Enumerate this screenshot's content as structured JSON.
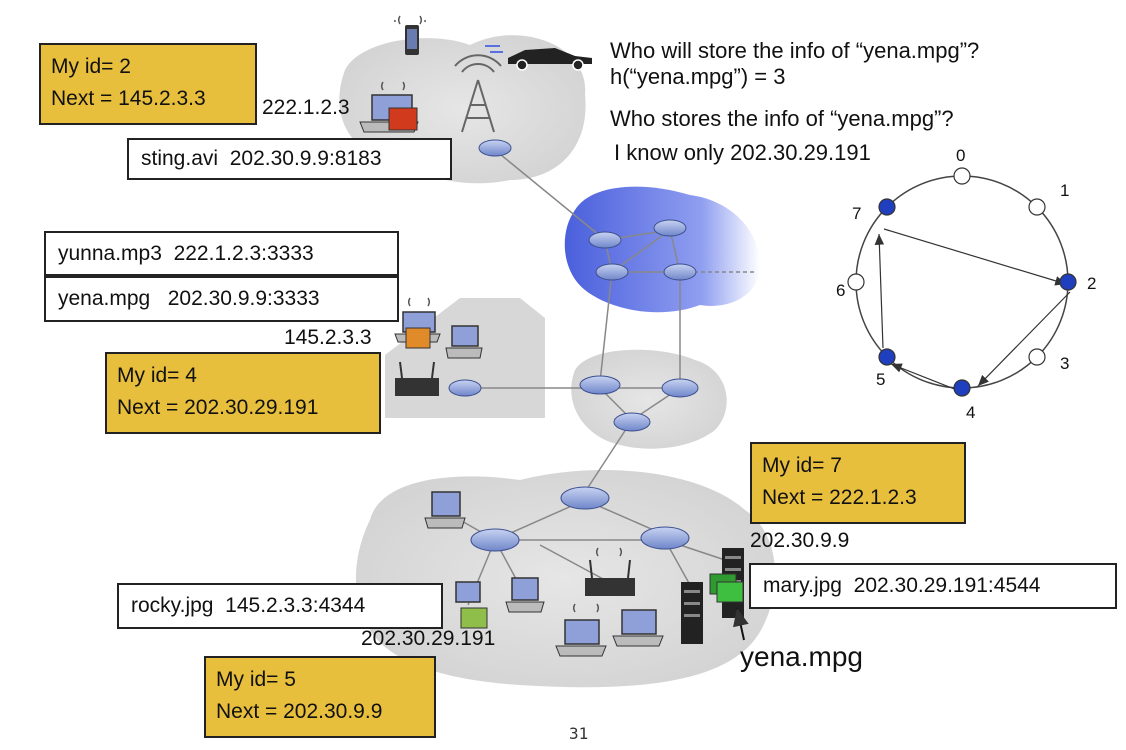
{
  "question": {
    "line1": "Who will store the info of “yena.mpg”?",
    "line2": "h(“yena.mpg”) = 3",
    "line3": "Who stores the info of “yena.mpg”?",
    "line4": "I know only 202.30.29.191"
  },
  "nodes": {
    "node2": {
      "id_label": "My id= 2",
      "next_label": "Next = 145.2.3.3",
      "ip": "222.1.2.3"
    },
    "node4": {
      "id_label": "My id= 4",
      "next_label": "Next = 202.30.29.191",
      "ip": "145.2.3.3"
    },
    "node7": {
      "id_label": "My id= 7",
      "next_label": "Next = 222.1.2.3",
      "ip": "202.30.9.9"
    },
    "node5": {
      "id_label": "My id= 5",
      "next_label": "Next = 202.30.9.9",
      "ip": "202.30.29.191"
    }
  },
  "tables": {
    "sting": {
      "file": "sting.avi",
      "addr": "202.30.9.9:8183"
    },
    "yunna": {
      "file": "yunna.mp3",
      "addr": "222.1.2.3:3333"
    },
    "yena": {
      "file": "yena.mpg",
      "addr": "202.30.9.9:3333"
    },
    "rocky": {
      "file": "rocky.jpg",
      "addr": "145.2.3.3:4344"
    },
    "mary": {
      "file": "mary.jpg",
      "addr": "202.30.29.191:4544"
    }
  },
  "stored_file": "yena.mpg",
  "ring": {
    "labels": [
      "0",
      "1",
      "2",
      "3",
      "4",
      "5",
      "6",
      "7"
    ],
    "active_nodes": [
      "2",
      "4",
      "5",
      "7"
    ]
  },
  "page_number": "31",
  "colors": {
    "note_fill": "#e8bf3c",
    "active_node": "#1f3fbf",
    "host_red": "#d23a1e",
    "host_orange": "#e08a2a",
    "host_green": "#8fbf4a",
    "host_bright_green": "#3fbf3f",
    "cloud_blue": "#5a6fe0"
  }
}
